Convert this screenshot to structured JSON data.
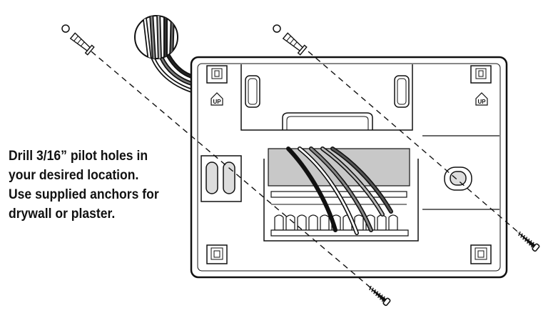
{
  "instruction": {
    "lines": [
      "Drill 3/16” pilot holes in",
      "your desired location.",
      "Use supplied anchors for",
      "drywall or plaster."
    ]
  },
  "labels": {
    "up_left": "UP",
    "up_right": "UP"
  },
  "colors": {
    "ink": "#111111",
    "paper": "#ffffff",
    "terminal_block": "#c8c8c8"
  },
  "icons": [
    "wall-anchor-icon",
    "mounting-screw-icon",
    "drill-hole-icon",
    "up-arrow-icon"
  ]
}
